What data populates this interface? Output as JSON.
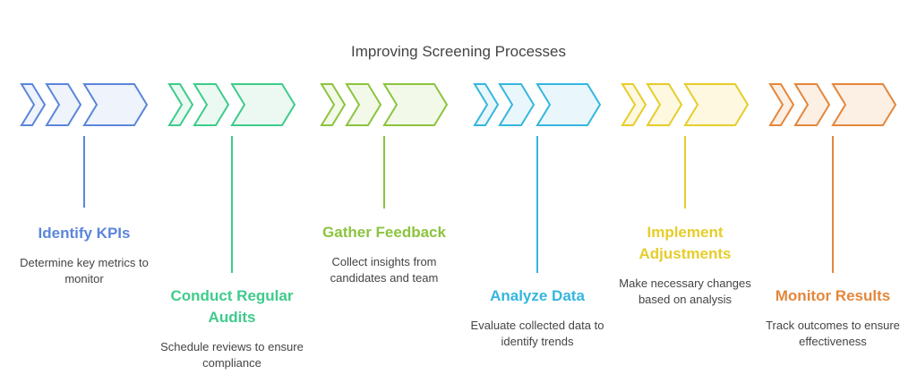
{
  "title": "Improving Screening Processes",
  "steps": [
    {
      "title": "Identify KPIs",
      "desc": "Determine key metrics to monitor",
      "color": "#5b86d9",
      "fill": "#eef3fc",
      "position": "bottom"
    },
    {
      "title": "Conduct Regular Audits",
      "desc": "Schedule reviews to ensure compliance",
      "color": "#3ecb8b",
      "fill": "#ebf9f2",
      "position": "lower"
    },
    {
      "title": "Gather Feedback",
      "desc": "Collect insights from candidates and team",
      "color": "#8cc43f",
      "fill": "#f3f9e9",
      "position": "top"
    },
    {
      "title": "Analyze Data",
      "desc": "Evaluate collected data to identify trends",
      "color": "#35b6de",
      "fill": "#e9f7fc",
      "position": "lower"
    },
    {
      "title": "Implement Adjustments",
      "desc": "Make necessary changes based on analysis",
      "color": "#e6cd2b",
      "fill": "#fdf8df",
      "position": "top"
    },
    {
      "title": "Monitor Results",
      "desc": "Track outcomes to ensure effectiveness",
      "color": "#e3873b",
      "fill": "#fcefe4",
      "position": "lower"
    }
  ]
}
